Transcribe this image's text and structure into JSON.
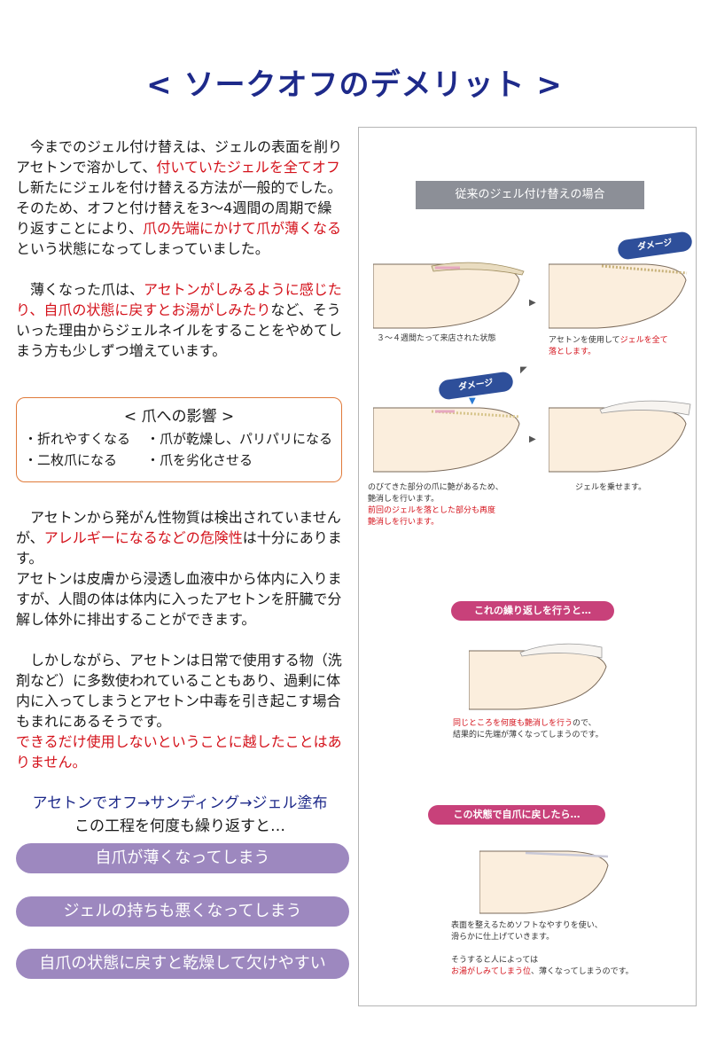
{
  "title": "< ソークオフのデメリット >",
  "intro": {
    "p1_a": "今までのジェル付け替えは、ジェルの表面を削りアセトンで溶かして、",
    "p1_red": "付いていたジェルを全てオフ",
    "p1_b": "し新たにジェルを付け替える方法が一般的でした。",
    "p2_a": "そのため、オフと付け替えを3〜4週間の周期で繰り返すことにより、",
    "p2_red": "爪の先端にかけて爪が薄くなる",
    "p2_b": "という状態になってしまっていました。",
    "p3_a": "薄くなった爪は、",
    "p3_red": "アセトンがしみるように感じたり、自爪の状態に戻すとお湯がしみたり",
    "p3_b": "など、そういった理由からジェルネイルをすることをやめてしまう方も少しずつ増えています。"
  },
  "effects": {
    "title": "< 爪への影響 >",
    "items": [
      "・折れやすくなる",
      "・爪が乾燥し、パリパリになる",
      "・二枚爪になる",
      "・爪を劣化させる"
    ]
  },
  "acetone": {
    "p1_a": "アセトンから発がん性物質は検出されていませんが、",
    "p1_red": "アレルギーになるなどの危険性",
    "p1_b": "は十分にあります。",
    "p2": "アセトンは皮膚から浸透し血液中から体内に入りますが、人間の体は体内に入ったアセトンを肝臓で分解し体外に排出することができます。",
    "p3": "しかしながら、アセトンは日常で使用する物（洗剤など）に多数使われていることもあり、過剰に体内に入ってしまうとアセトン中毒を引き起こす場合もまれにあるそうです。",
    "p3_red": "できるだけ使用しないということに越したことはありません。"
  },
  "process": {
    "line1": "アセトンでオフ→サンディング→ジェル塗布",
    "line2": "この工程を何度も繰り返すと…"
  },
  "pills": [
    "自爪が薄くなってしまう",
    "ジェルの持ちも悪くなってしまう",
    "自爪の状態に戻すと乾燥して欠けやすい"
  ],
  "diagram": {
    "header": "従来のジェル付け替えの場合",
    "damage": "ダメージ",
    "step1": "３〜４週間たって来店された状態",
    "step2_a": "アセトンを使用して",
    "step2_red": "ジェルを全て",
    "step2_b": "落とします。",
    "step3_a": "のびてきた部分の爪に艶があるため、",
    "step3_b": "艶消しを行います。",
    "step3_red1": "前回のジェルを落とした部分も再度",
    "step3_red2": "艶消しを行います。",
    "step4": "ジェルを乗せます。",
    "badge1": "これの繰り返しを行うと…",
    "step5_red": "同じところを何度も艶消しを行う",
    "step5_a": "ので、",
    "step5_b": "結果的に先端が薄くなってしまうのです。",
    "badge2": "この状態で自爪に戻したら…",
    "step6_a": "表面を整えるためソフトなやすりを使い、",
    "step6_b": "滑らかに仕上げていきます。",
    "step6_c": "そうすると人によっては",
    "step6_red": "お湯がしみてしまう位",
    "step6_d": "、薄くなってしまうのです。"
  },
  "colors": {
    "title": "#1e2a8a",
    "accent_red": "#d4121b",
    "pill": "#9d88bf",
    "badge": "#c8417a",
    "skin": "#fbeedd"
  }
}
